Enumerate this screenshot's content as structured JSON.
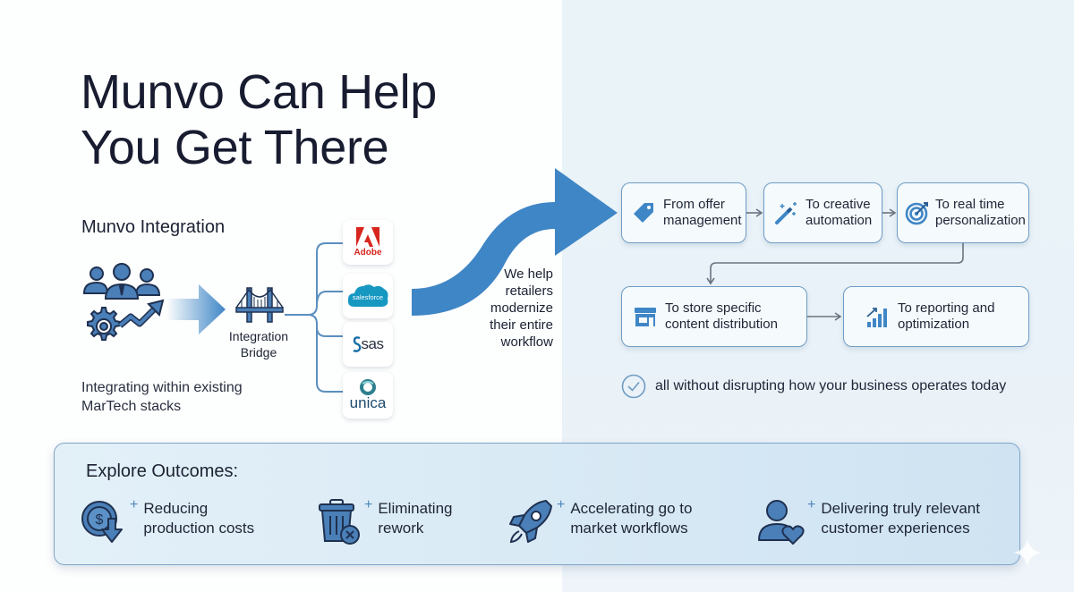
{
  "title": {
    "line1": "Munvo Can Help",
    "line2": "You Get There"
  },
  "integration": {
    "heading": "Munvo Integration",
    "bridge_label_line1": "Integration",
    "bridge_label_line2": "Bridge",
    "description_line1": "Integrating within existing",
    "description_line2": "MarTech stacks",
    "icons": [
      "team-gear-growth-icon",
      "gradient-arrow-icon",
      "bridge-icon"
    ]
  },
  "partners": [
    {
      "name": "Adobe",
      "label": "Adobe",
      "icon": "adobe-logo"
    },
    {
      "name": "Salesforce",
      "label": "salesforce",
      "icon": "salesforce-cloud-logo"
    },
    {
      "name": "SAS",
      "label": "sas",
      "icon": "sas-logo"
    },
    {
      "name": "Unica",
      "label": "unica",
      "icon": "unica-ring-logo"
    }
  ],
  "tagline": {
    "line1": "We help",
    "line2": "retailers",
    "line3": "modernize",
    "line4": "their entire",
    "line5": "workflow"
  },
  "workflow": {
    "steps": [
      {
        "line1": "From offer",
        "line2": "management",
        "icon": "tag-icon"
      },
      {
        "line1": "To creative",
        "line2": "automation",
        "icon": "magic-wand-icon"
      },
      {
        "line1": "To real time",
        "line2": "personalization",
        "icon": "target-icon"
      },
      {
        "line1": "To store specific",
        "line2": "content distribution",
        "icon": "storefront-icon"
      },
      {
        "line1": "To reporting and",
        "line2": "optimization",
        "icon": "bar-chart-icon"
      }
    ],
    "note": "all without disrupting how your business operates today",
    "note_icon": "check-circle-icon"
  },
  "outcomes": {
    "title": "Explore Outcomes:",
    "items": [
      {
        "plus": "+",
        "line1": "Reducing",
        "line2": "production costs",
        "icon": "dollar-down-icon"
      },
      {
        "plus": "+",
        "line1": "Eliminating",
        "line2": "rework",
        "icon": "trash-x-icon"
      },
      {
        "plus": "+",
        "line1": "Accelerating go to",
        "line2": "market workflows",
        "icon": "rocket-icon"
      },
      {
        "plus": "+",
        "line1": "Delivering truly relevant",
        "line2": "customer experiences",
        "icon": "user-heart-icon"
      }
    ]
  },
  "colors": {
    "accent_blue": "#3f86c6",
    "icon_blue": "#4a7fb8",
    "card_border": "#6e9cc4",
    "heading_dark": "#181c30",
    "adobe_red": "#d7261e",
    "salesforce_blue": "#1798c1"
  }
}
